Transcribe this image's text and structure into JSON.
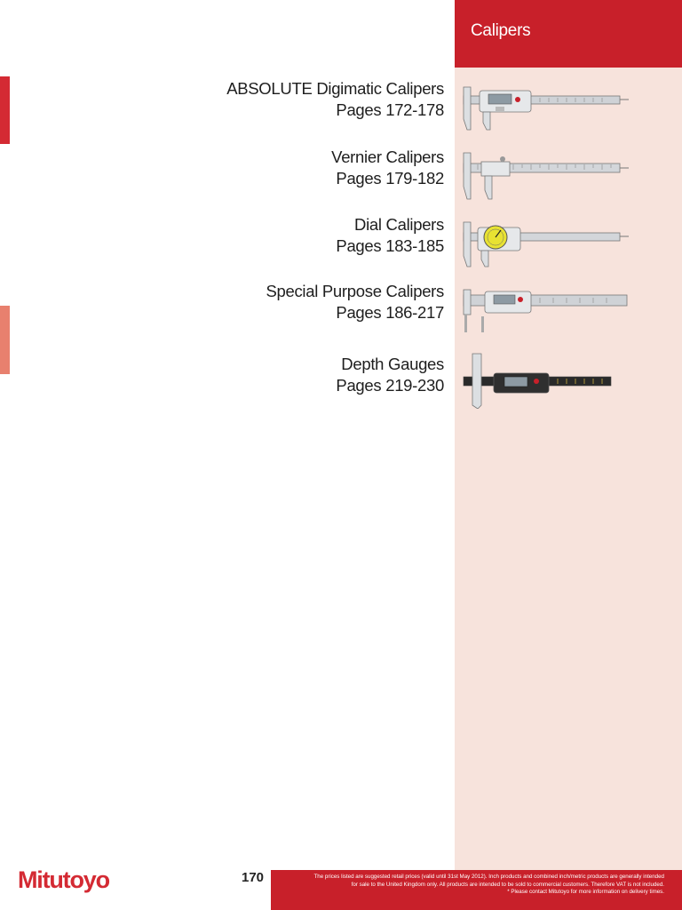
{
  "header": {
    "title": "Calipers"
  },
  "entries": [
    {
      "title": "ABSOLUTE Digimatic Calipers",
      "pages": "Pages 172-178",
      "icon": "digital-caliper-icon"
    },
    {
      "title": "Vernier Calipers",
      "pages": "Pages 179-182",
      "icon": "vernier-caliper-icon"
    },
    {
      "title": "Dial Calipers",
      "pages": "Pages 183-185",
      "icon": "dial-caliper-icon"
    },
    {
      "title": "Special Purpose Calipers",
      "pages": "Pages 186-217",
      "icon": "special-caliper-icon"
    },
    {
      "title": "Depth Gauges",
      "pages": "Pages 219-230",
      "icon": "depth-gauge-icon"
    }
  ],
  "footer": {
    "page_number": "170",
    "logo": "Mitutoyo",
    "note_line1": "The prices listed are suggested retail prices (valid until 31st May 2012). Inch products and combined inch/metric products are generally intended",
    "note_line2": "for sale to the United Kingdom only. All products are intended to be sold to commercial customers. Therefore VAT is not included.",
    "note_line3": "* Please contact Mitutoyo for more information on delivery times."
  },
  "colors": {
    "brand_red": "#c8202a",
    "panel_pink": "#f7e3dc",
    "edge_salmon": "#e8806e"
  }
}
